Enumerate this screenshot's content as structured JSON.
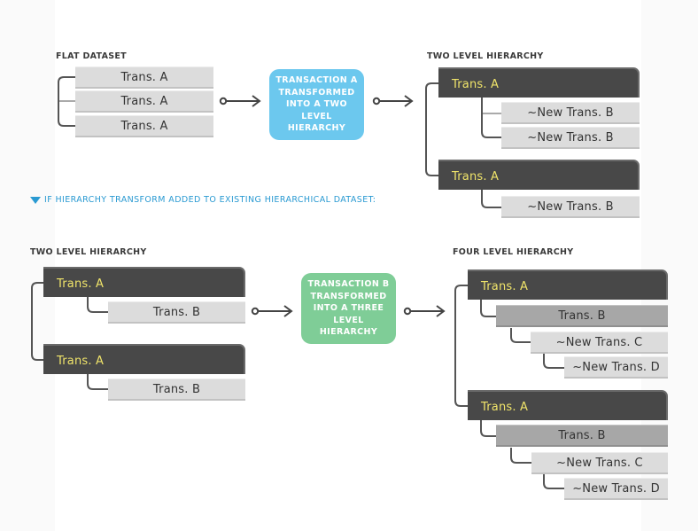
{
  "top": {
    "left_label": "FLAT DATASET",
    "left_rows": [
      "Trans. A",
      "Trans. A",
      "Trans. A"
    ],
    "step_text": "TRANSACTION A TRANSFORMED INTO A TWO LEVEL HIERARCHY",
    "right_label": "TWO LEVEL HIERARCHY",
    "right_group1": {
      "parent": "Trans. A",
      "children": [
        "~New Trans. B",
        "~New Trans. B"
      ]
    },
    "right_group2": {
      "parent": "Trans. A",
      "children": [
        "~New Trans. B"
      ]
    }
  },
  "note": "IF HIERARCHY TRANSFORM ADDED TO EXISTING HIERARCHICAL DATASET:",
  "bottom": {
    "left_label": "TWO LEVEL HIERARCHY",
    "left_group1": {
      "parent": "Trans. A",
      "child": "Trans. B"
    },
    "left_group2": {
      "parent": "Trans. A",
      "child": "Trans. B"
    },
    "step_text": "TRANSACTION B TRANSFORMED INTO A THREE LEVEL HIERARCHY",
    "right_label": "FOUR LEVEL HIERARCHY",
    "right_group1": {
      "level1": "Trans. A",
      "level2": "Trans. B",
      "level3": "~New Trans. C",
      "level4": "~New Trans. D"
    },
    "right_group2": {
      "level1": "Trans. A",
      "level2": "Trans. B",
      "level3": "~New Trans. C",
      "level4": "~New Trans. D"
    }
  },
  "colors": {
    "accent_blue": "#6cc8ee",
    "accent_green": "#7fcd97",
    "dark_box": "#484848",
    "dark_box_text": "#f0e46a",
    "note_blue": "#2a9ad2"
  }
}
